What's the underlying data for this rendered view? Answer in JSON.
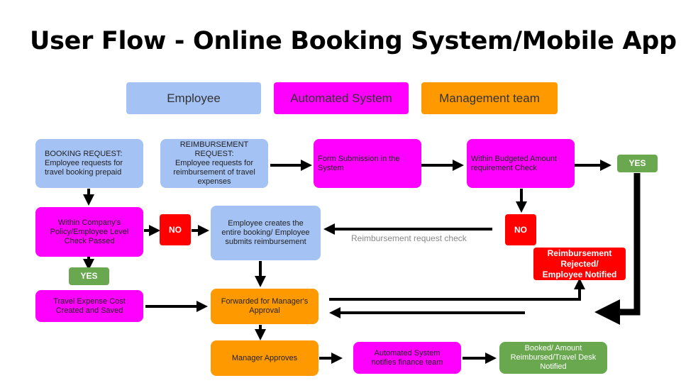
{
  "title": "User Flow - Online Booking System/Mobile App",
  "legend": {
    "employee": "Employee",
    "automated": "Automated System",
    "management": "Management team"
  },
  "nodes": {
    "booking_request": "BOOKING REQUEST:\nEmployee requests for\ntravel booking prepaid",
    "reimbursement_request": "REIMBURSEMENT\nREQUEST:\nEmployee requests for\nreimbursement of travel\nexpenses",
    "form_submission": "Form Submission in the\nSystem",
    "budget_check": "Within Budgeted Amount\nrequirement Check",
    "yes_top": "YES",
    "policy_check": "Within Company's\nPolicy/Employee Level\nCheck Passed",
    "no_left": "NO",
    "employee_creates": "Employee creates the\nentire booking/ Employee\nsubmits reimbursement",
    "reimbursement_check_label": "Reimbursement request check",
    "no_right": "NO",
    "reimbursement_rejected": "Reimbursement\nRejected/\nEmployee Notified",
    "yes_left": "YES",
    "travel_expense": "Travel Expense Cost\nCreated and Saved",
    "forwarded": "Forwarded for Manager's\nApproval",
    "manager_approves": "Manager Approves",
    "automated_notifies": "Automated System\nnotifies finance team",
    "booked": "Booked/ Amount\nReimbursed/Travel Desk\nNotified"
  },
  "colors": {
    "employee": "#a4c2f4",
    "automated": "#ff00ff",
    "management": "#ff9900",
    "yes": "#6aa84f",
    "no": "#ff0000"
  }
}
